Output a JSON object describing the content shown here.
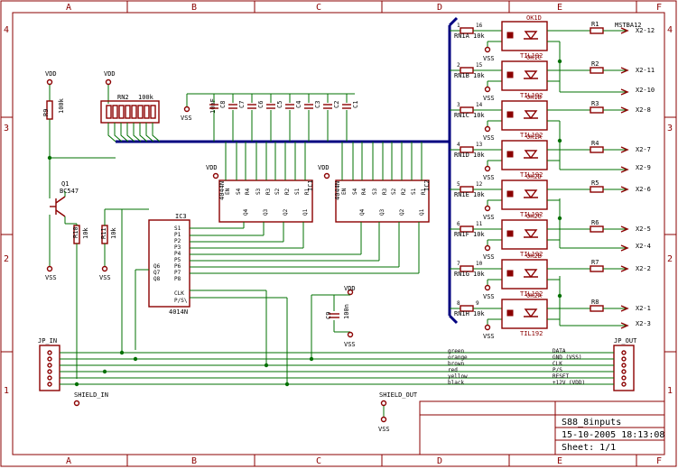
{
  "frame": {
    "cols": [
      "A",
      "B",
      "C",
      "D",
      "E",
      "F"
    ],
    "rows": [
      "4",
      "3",
      "2",
      "1"
    ]
  },
  "title_block": {
    "name": "S88_8inputs",
    "date": "15-10-2005 18:13:08",
    "sheet": "Sheet: 1/1"
  },
  "connectors": {
    "jp_in": "JP_IN",
    "jp_out": "JP_OUT",
    "shield_in": "SHIELD_IN",
    "shield_out": "SHIELD_OUT",
    "wire_colors": [
      "green",
      "orange",
      "brown",
      "red",
      "yellow",
      "black"
    ],
    "signals": [
      "DATA",
      "GND (VSS)",
      "CLK",
      "P/S",
      "RESET",
      "+12V (VDD)"
    ]
  },
  "power": {
    "vdd": "VDD",
    "vss": "VSS"
  },
  "parts": {
    "r9": "R9",
    "r9_val": "100k",
    "rn2": "RN2",
    "rn2_val": "100k",
    "q1": "Q1",
    "q1_val": "BC547",
    "r10": "R10",
    "r10_val": "10k",
    "r11": "R11",
    "r11_val": "10k",
    "ic3": "IC3",
    "ic3_val": "4014N",
    "ic1": "IC1",
    "ic1_val": "4044N",
    "ic2": "IC2",
    "ic2_val": "4044N",
    "c9": "C9",
    "c9_val": "100n",
    "c_bank_val": "10nF",
    "caps": [
      "C8",
      "C7",
      "C6",
      "C5",
      "C4",
      "C3",
      "C2",
      "C1"
    ],
    "mst_label": "MSTBA12",
    "opto_val": "TIL192",
    "rn_val": "10k"
  },
  "ic1_pins": [
    "EN",
    "S4",
    "R4",
    "S3",
    "R3",
    "S2",
    "R2",
    "S1",
    "R1"
  ],
  "ic1_out": [
    "Q4",
    "Q3",
    "Q2",
    "Q1"
  ],
  "ic3_pins": [
    "S1",
    "P1",
    "P2",
    "P3",
    "P4",
    "P5",
    "P6",
    "P7",
    "P8",
    "CLK",
    "P/S\\"
  ],
  "ic3_left": [
    "Q6",
    "Q7",
    "Q8"
  ],
  "optos": [
    {
      "rn": "RN1A",
      "ok": "OK1D",
      "r": "R1",
      "out": "X2-12",
      "p1": "1",
      "p2": "16"
    },
    {
      "rn": "RN1B",
      "ok": "OK1C",
      "r": "R2",
      "out": "X2-11",
      "p1": "2",
      "p2": "15"
    },
    {
      "rn": "RN1C",
      "ok": "OK1B",
      "r": "R3",
      "out": "X2-8",
      "p1": "3",
      "p2": "14"
    },
    {
      "rn": "RN1D",
      "ok": "OK1A",
      "r": "R4",
      "out": "X2-7",
      "p1": "4",
      "p2": "13"
    },
    {
      "rn": "RN1E",
      "ok": "OK2D",
      "r": "R5",
      "out": "X2-6",
      "p1": "5",
      "p2": "12"
    },
    {
      "rn": "RN1F",
      "ok": "OK2C",
      "r": "R6",
      "out": "X2-5",
      "p1": "6",
      "p2": "11"
    },
    {
      "rn": "RN1G",
      "ok": "OK2B",
      "r": "R7",
      "out": "X2-2",
      "p1": "7",
      "p2": "10"
    },
    {
      "rn": "RN1H",
      "ok": "OK2A",
      "r": "R8",
      "out": "X2-1",
      "p1": "8",
      "p2": "9"
    }
  ],
  "extra_outs": [
    "X2-10",
    "X2-9",
    "X2-4",
    "X2-3"
  ]
}
